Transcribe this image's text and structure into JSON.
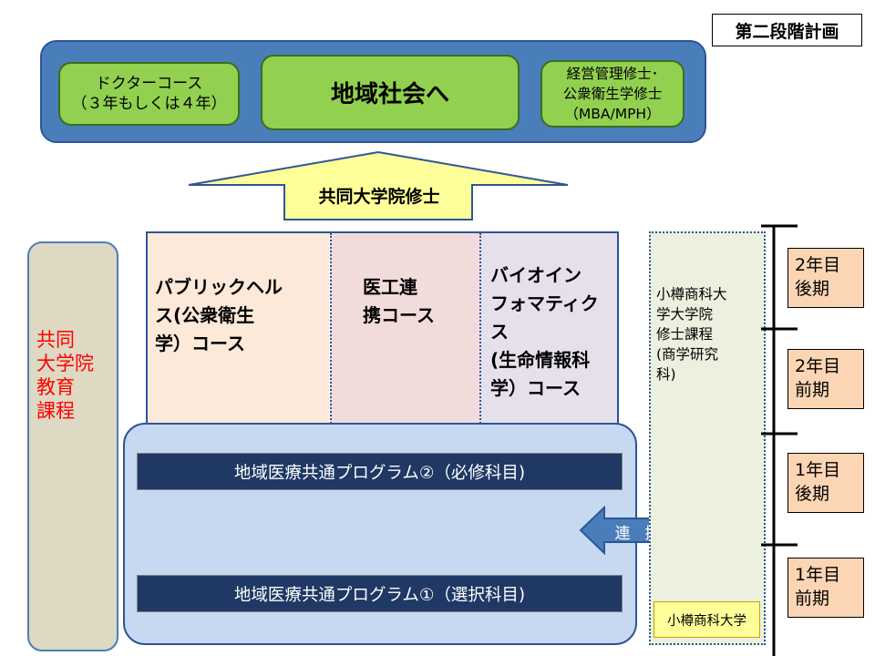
{
  "stage_label": "第二段階計画",
  "top": {
    "doctor": {
      "line1": "ドクターコース",
      "line2": "（３年もしくは４年）"
    },
    "society": "地域社会へ",
    "mba": {
      "line1": "経営管理修士･",
      "line2": "公衆衛生学修士",
      "line3": "（MBA/MPH）"
    }
  },
  "arrow_label": "共同大学院修士",
  "joint_education": {
    "line1": "共同",
    "line2": "大学院",
    "line3": "教育",
    "line4": "課程"
  },
  "courses": {
    "public_health": {
      "line1": "パブリックヘル",
      "line2": "ス(公衆衛生",
      "line3": "学）コース"
    },
    "med_eng": {
      "line1": "医工連",
      "line2": "携コース"
    },
    "bioinfo": {
      "line1": "バイオイン",
      "line2": "フォマティク",
      "line3": "ス",
      "line4": "(生命情報科",
      "line5": "学）コース"
    }
  },
  "programs": {
    "p2": "地域医療共通プログラム②（必修科目)",
    "p1": "地域医療共通プログラム①（選択科目)"
  },
  "link_label": "連携",
  "otaru": {
    "line1": "小樽商科大",
    "line2": "学大学院",
    "line3": "修士課程",
    "line4": "(商学研究",
    "line5": "科)",
    "tag": "小樽商科大学"
  },
  "terms": [
    {
      "line1": "2年目",
      "line2": "後期"
    },
    {
      "line1": "2年目",
      "line2": "前期"
    },
    {
      "line1": "1年目",
      "line2": "後期"
    },
    {
      "line1": "1年目",
      "line2": "前期"
    }
  ],
  "colors": {
    "top_band": "#4a7ebb",
    "green": "#92d050",
    "arrow_fill": "#ffff99",
    "joint_text": "#ff0000",
    "program_bar": "#1f3864",
    "program_panel": "#c6d9f1",
    "term_fill": "#fcd5b4",
    "otaru_fill": "#ebf1de",
    "link_arrow": "#4a7ebb"
  }
}
